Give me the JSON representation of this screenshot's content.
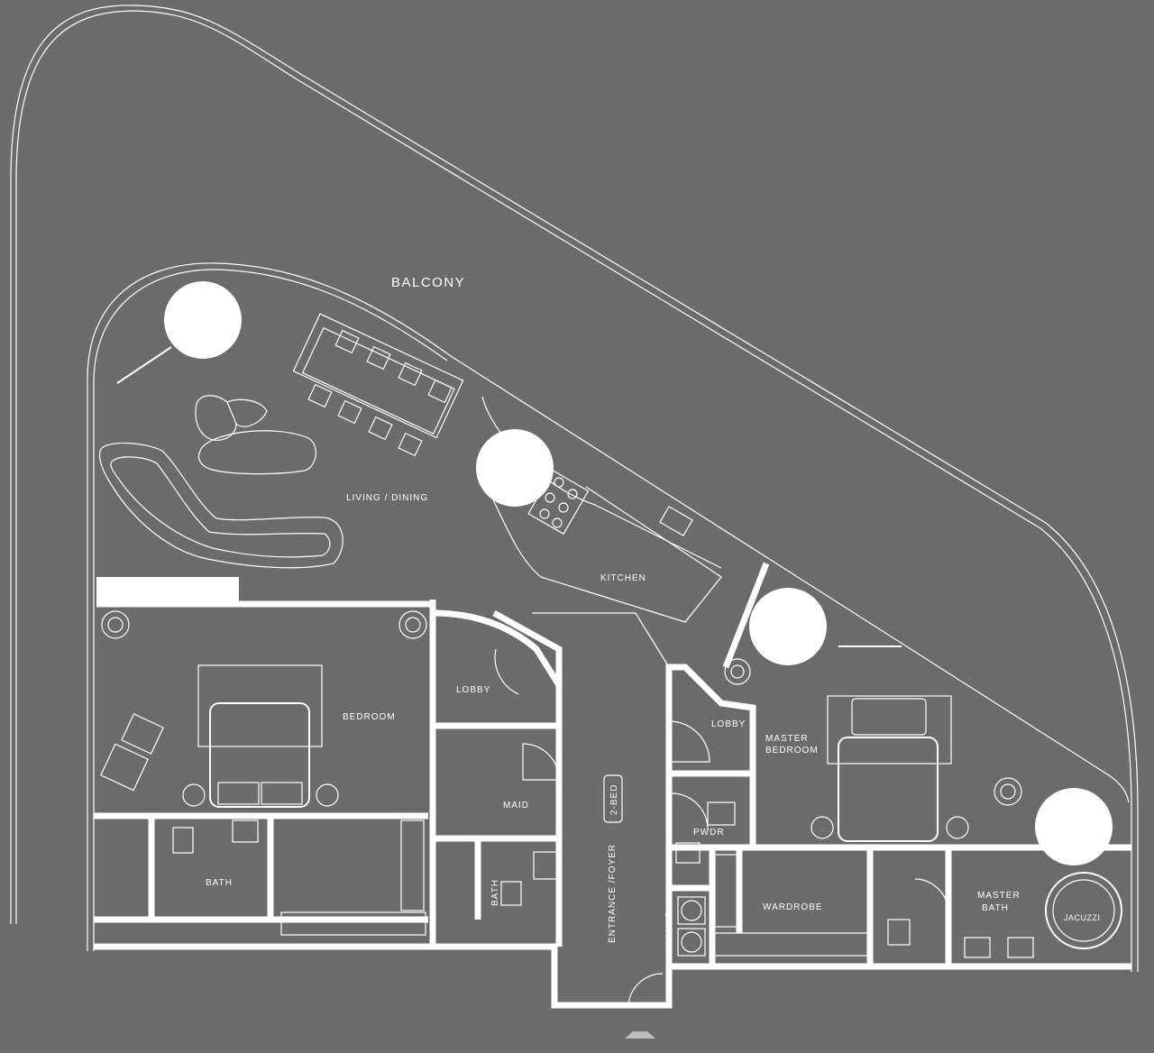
{
  "plan": {
    "background": "#6b6b6b",
    "line_color": "#ffffff",
    "labels": {
      "balcony": "BALCONY",
      "living_dining": "LIVING / DINING",
      "kitchen": "KITCHEN",
      "lobby_left": "LOBBY",
      "bedroom": "BEDROOM",
      "maid": "MAID",
      "bath_left": "BATH",
      "bath_maid": "BATH",
      "entrance_foyer": "ENTRANCE /FOYER",
      "tag": "2-BED",
      "pwdr": "PWDR",
      "laund": "LAUND",
      "lobby_right": "LOBBY",
      "master_bedroom_1": "MASTER",
      "master_bedroom_2": "BEDROOM",
      "wardrobe": "WARDROBE",
      "master_bath_1": "MASTER",
      "master_bath_2": "BATH",
      "jacuzzi": "JACUZZI"
    }
  }
}
